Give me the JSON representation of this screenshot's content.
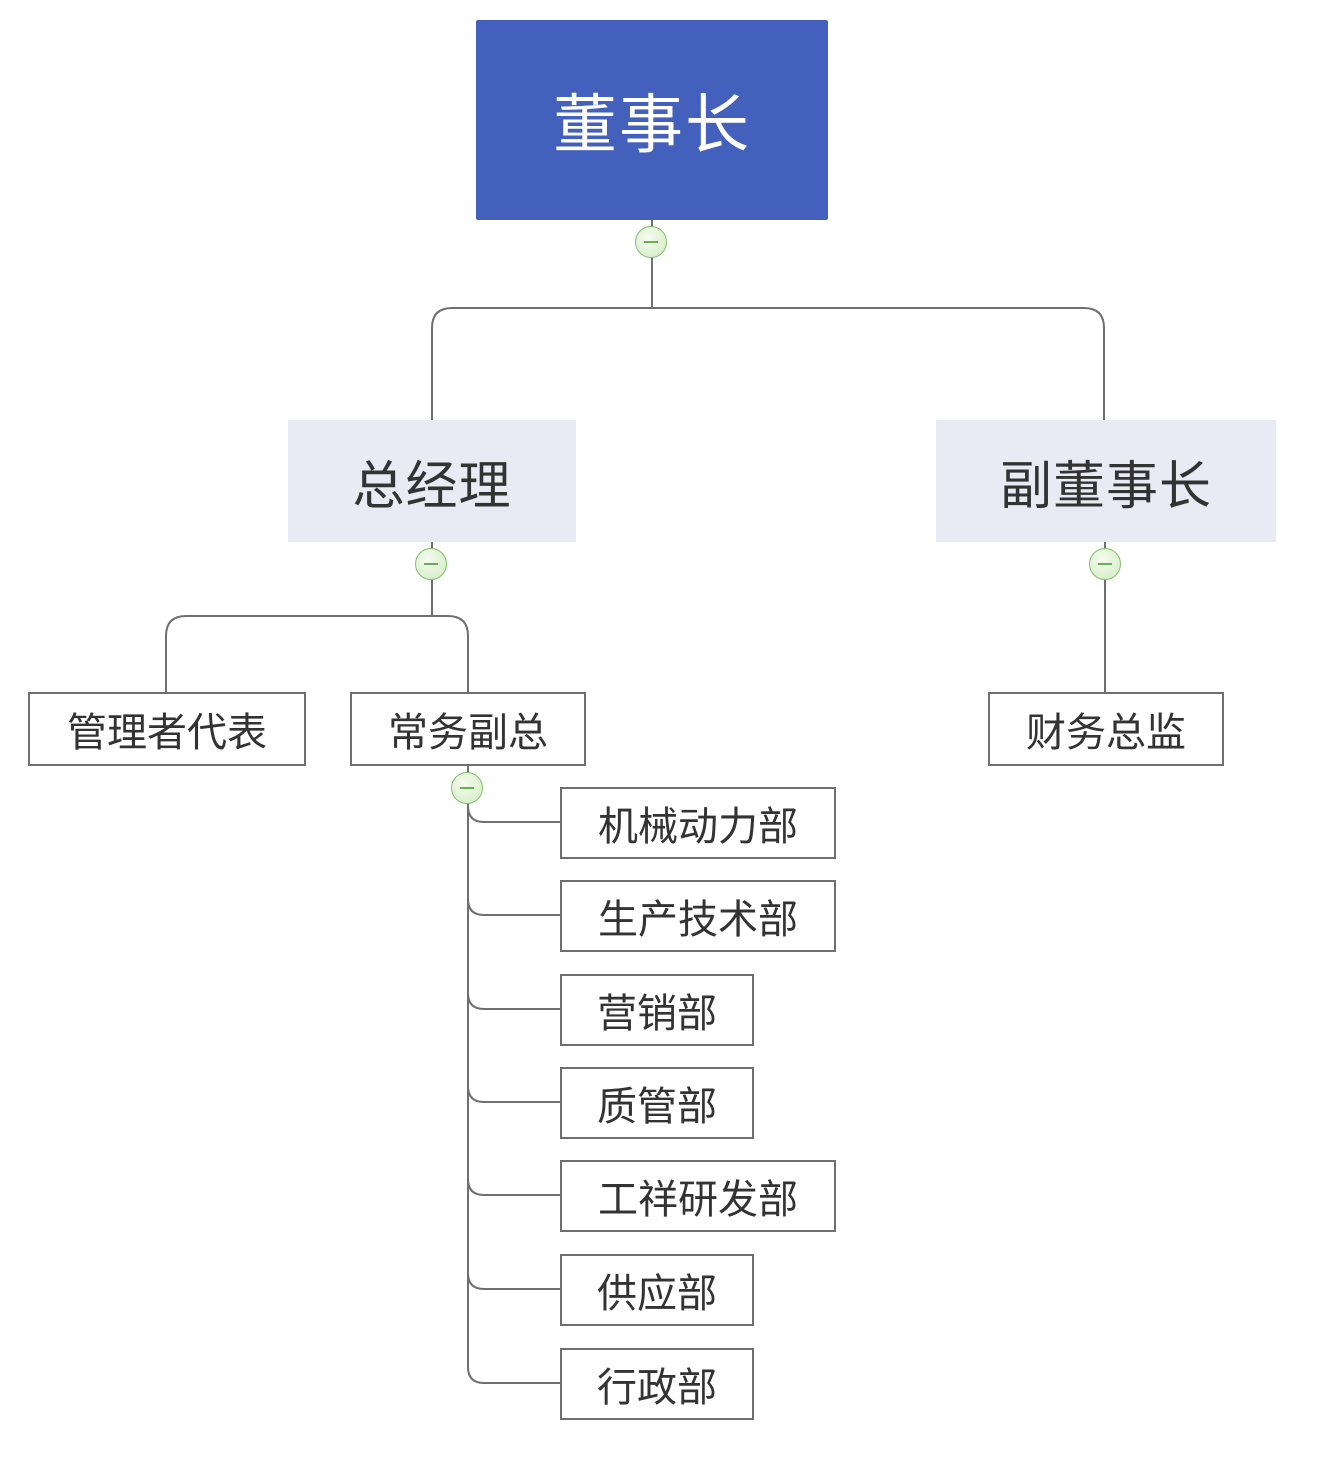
{
  "chart": {
    "root": {
      "label": "董事长"
    },
    "general_manager": {
      "label": "总经理"
    },
    "vice_chairman": {
      "label": "副董事长"
    },
    "management_rep": {
      "label": "管理者代表"
    },
    "executive_vp": {
      "label": "常务副总"
    },
    "cfo": {
      "label": "财务总监"
    },
    "departments": [
      {
        "label": "机械动力部"
      },
      {
        "label": "生产技术部"
      },
      {
        "label": "营销部"
      },
      {
        "label": "质管部"
      },
      {
        "label": "工祥研发部"
      },
      {
        "label": "供应部"
      },
      {
        "label": "行政部"
      }
    ]
  },
  "colors": {
    "root_fill": "#4460bd",
    "main_fill": "#e9eaf3",
    "line": "#6f6f6f",
    "collapse_button": "#7fbf6a"
  },
  "icons": {
    "collapse": "minus-circle-icon"
  }
}
